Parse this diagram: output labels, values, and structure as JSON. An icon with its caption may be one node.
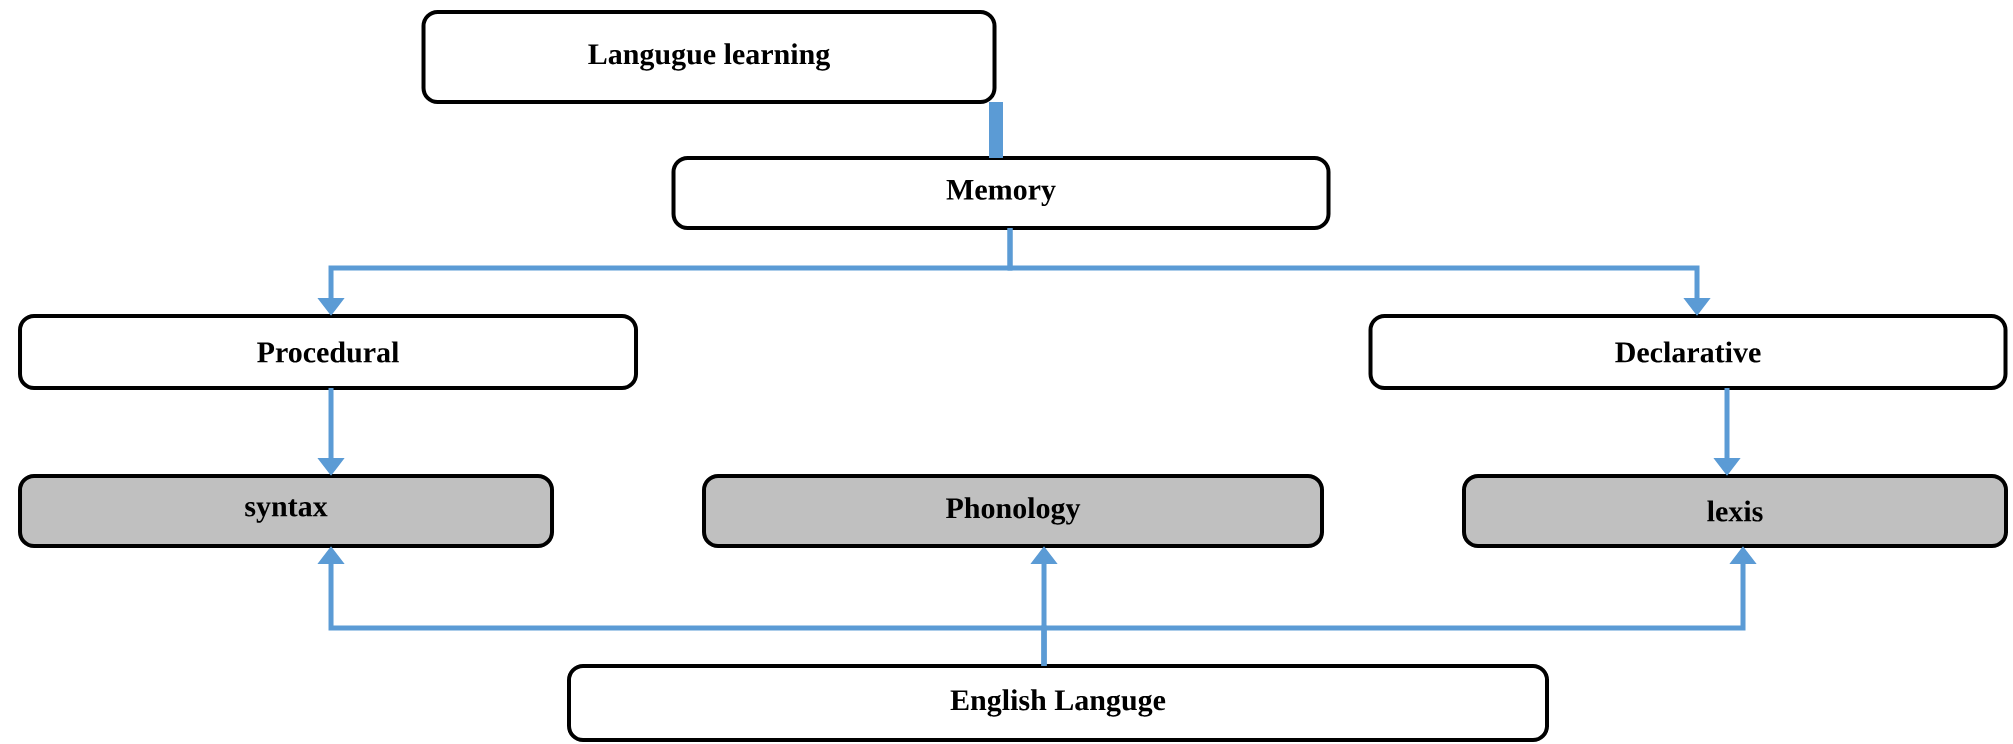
{
  "diagram": {
    "nodes": [
      {
        "text": [
          "Langugue learning"
        ]
      },
      {
        "text": [
          "Memory"
        ]
      },
      {
        "text": [
          "Procedural"
        ]
      },
      {
        "text": [
          "Declarative"
        ]
      },
      {
        "text": [
          "syntax"
        ]
      },
      {
        "text": [
          "Phonology"
        ]
      },
      {
        "text": [
          "lexis"
        ]
      },
      {
        "text": [
          "English Languge"
        ]
      }
    ],
    "edges": [
      {
        "from": 0,
        "to": 1,
        "arrow": "none",
        "style": "thick"
      },
      {
        "from": 1,
        "to": 2,
        "arrow": "to"
      },
      {
        "from": 1,
        "to": 3,
        "arrow": "to"
      },
      {
        "from": 2,
        "to": 4,
        "arrow": "to"
      },
      {
        "from": 3,
        "to": 6,
        "arrow": "to"
      },
      {
        "from": 7,
        "to": 4,
        "arrow": "to"
      },
      {
        "from": 7,
        "to": 5,
        "arrow": "to"
      },
      {
        "from": 7,
        "to": 6,
        "arrow": "to"
      }
    ]
  }
}
